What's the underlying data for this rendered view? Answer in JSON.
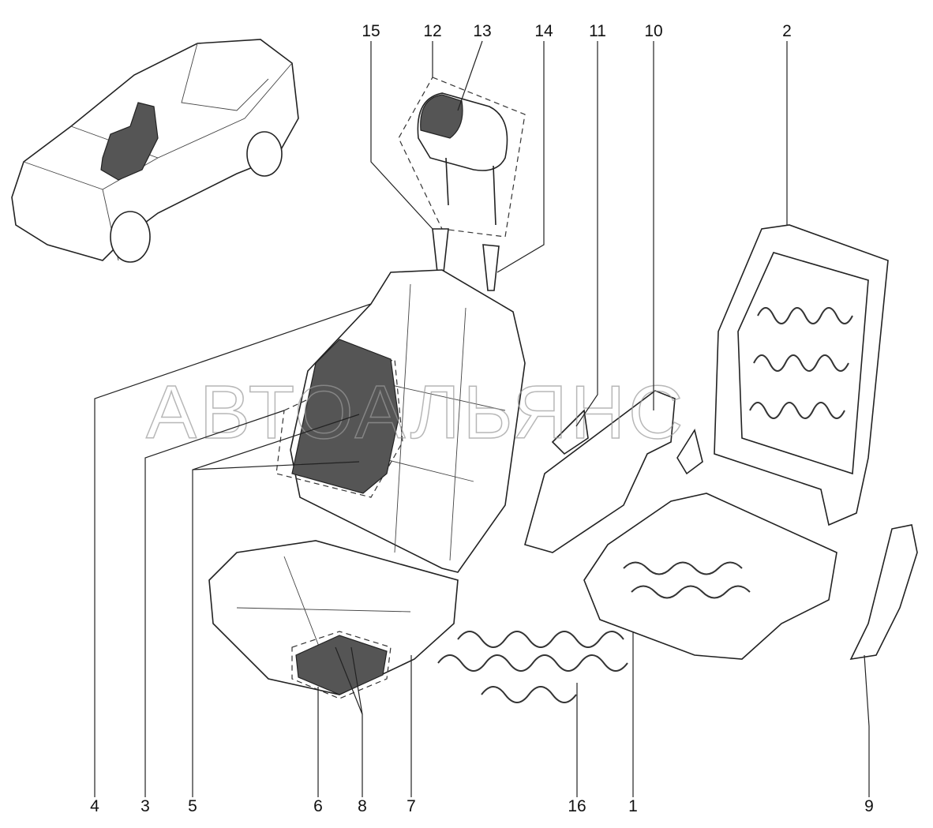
{
  "diagram": {
    "watermark": "АВТОАЛЬЯНС",
    "top_callouts": [
      "15",
      "12",
      "13",
      "14",
      "11",
      "10",
      "2"
    ],
    "bottom_callouts": [
      "4",
      "3",
      "5",
      "6",
      "8",
      "7",
      "16",
      "1",
      "9"
    ]
  }
}
